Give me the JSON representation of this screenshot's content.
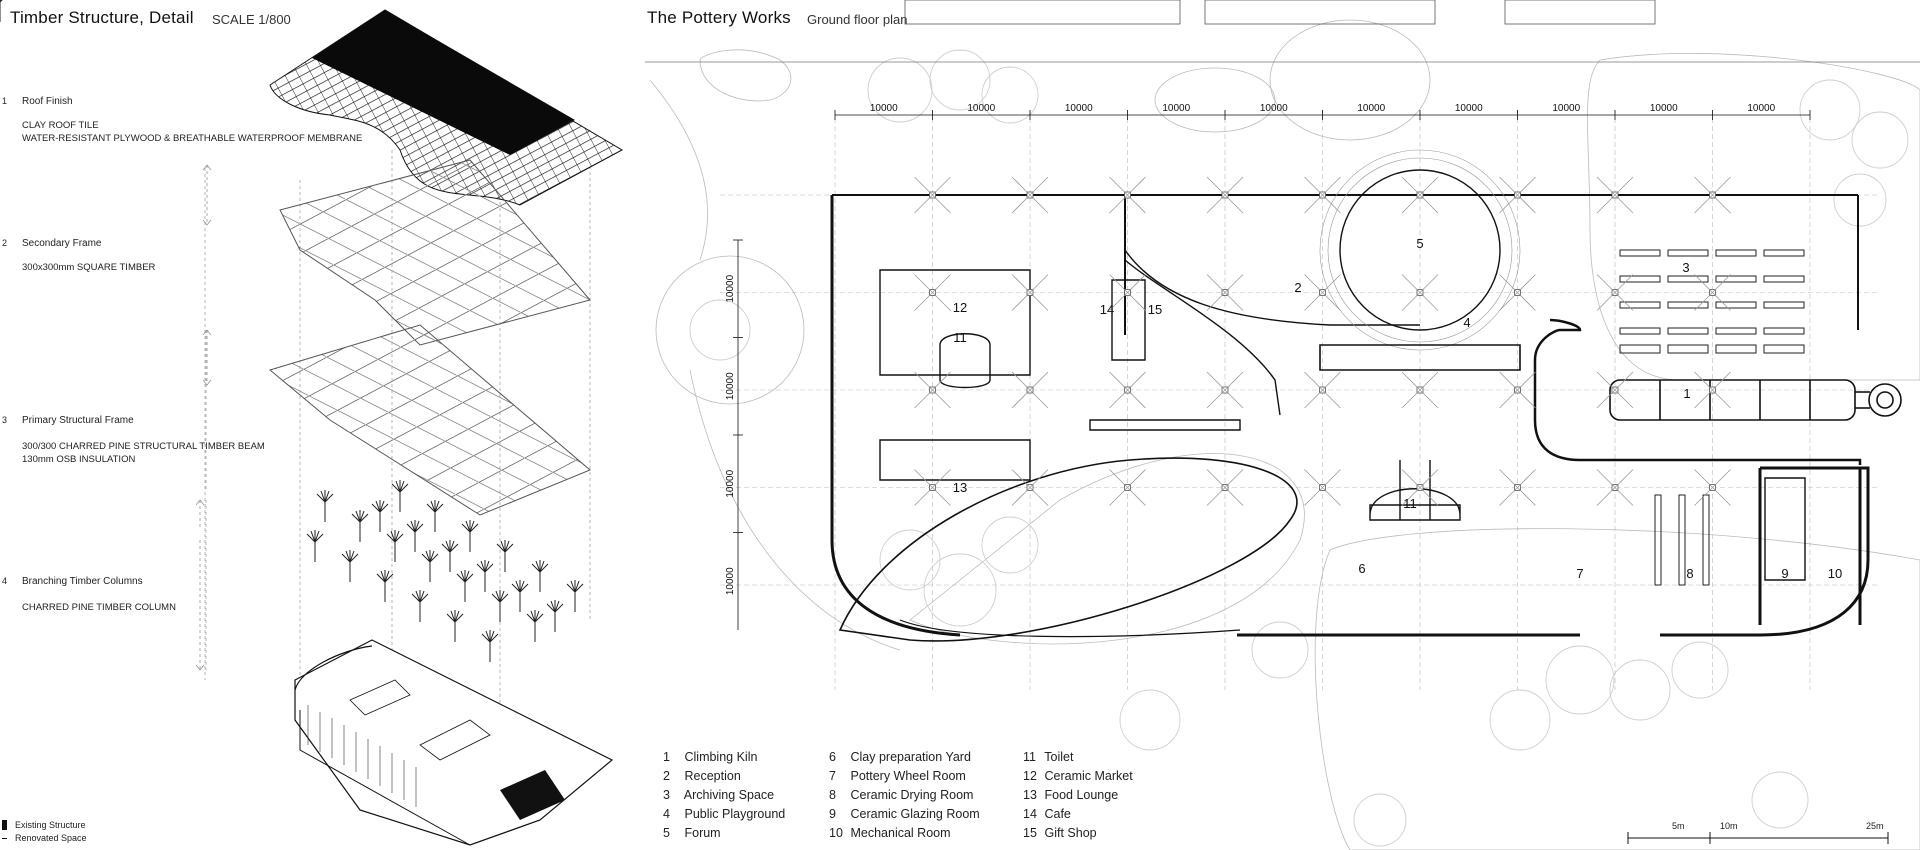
{
  "left_panel": {
    "title": "Timber Structure, Detail",
    "scale": "SCALE 1/800",
    "layers": [
      {
        "num": "1",
        "name": "Roof Finish",
        "desc": "CLAY ROOF TILE\nWATER-RESISTANT PLYWOOD & BREATHABLE WATERPROOF MEMBRANE"
      },
      {
        "num": "2",
        "name": "Secondary Frame",
        "desc": "300x300mm SQUARE TIMBER"
      },
      {
        "num": "3",
        "name": "Primary Structural Frame",
        "desc": "300/300 CHARRED PINE STRUCTURAL TIMBER BEAM\n130mm OSB INSULATION"
      },
      {
        "num": "4",
        "name": "Branching Timber Columns",
        "desc": "CHARRED PINE TIMBER COLUMN"
      }
    ],
    "key": {
      "existing": "Existing Structure",
      "renovated": "Renovated Space"
    }
  },
  "right_panel": {
    "title": "The Pottery Works",
    "subtitle": "Ground floor plan",
    "dimensions_top": [
      "10000",
      "10000",
      "10000",
      "10000",
      "10000",
      "10000",
      "10000",
      "10000",
      "10000",
      "10000"
    ],
    "dimensions_left": [
      "10000",
      "10000",
      "10000",
      "10000"
    ],
    "room_labels": [
      "1",
      "2",
      "3",
      "4",
      "5",
      "6",
      "7",
      "8",
      "9",
      "10",
      "11",
      "11",
      "12",
      "13",
      "14",
      "15"
    ],
    "legend": [
      [
        {
          "n": "1",
          "t": "Climbing Kiln"
        },
        {
          "n": "2",
          "t": "Reception"
        },
        {
          "n": "3",
          "t": "Archiving Space"
        },
        {
          "n": "4",
          "t": "Public Playground"
        },
        {
          "n": "5",
          "t": "Forum"
        }
      ],
      [
        {
          "n": "6",
          "t": "Clay preparation Yard"
        },
        {
          "n": "7",
          "t": "Pottery Wheel Room"
        },
        {
          "n": "8",
          "t": "Ceramic Drying Room"
        },
        {
          "n": "9",
          "t": "Ceramic Glazing Room"
        },
        {
          "n": "10",
          "t": "Mechanical Room"
        }
      ],
      [
        {
          "n": "11",
          "t": "Toilet"
        },
        {
          "n": "12",
          "t": "Ceramic Market"
        },
        {
          "n": "13",
          "t": "Food Lounge"
        },
        {
          "n": "14",
          "t": "Cafe"
        },
        {
          "n": "15",
          "t": "Gift Shop"
        }
      ]
    ],
    "scale_bar": [
      "5m",
      "10m",
      "25m"
    ]
  },
  "colors": {
    "ink": "#111111",
    "grid": "#bbbbbb",
    "tree": "#c8c8c8",
    "hatch": "#222222"
  }
}
